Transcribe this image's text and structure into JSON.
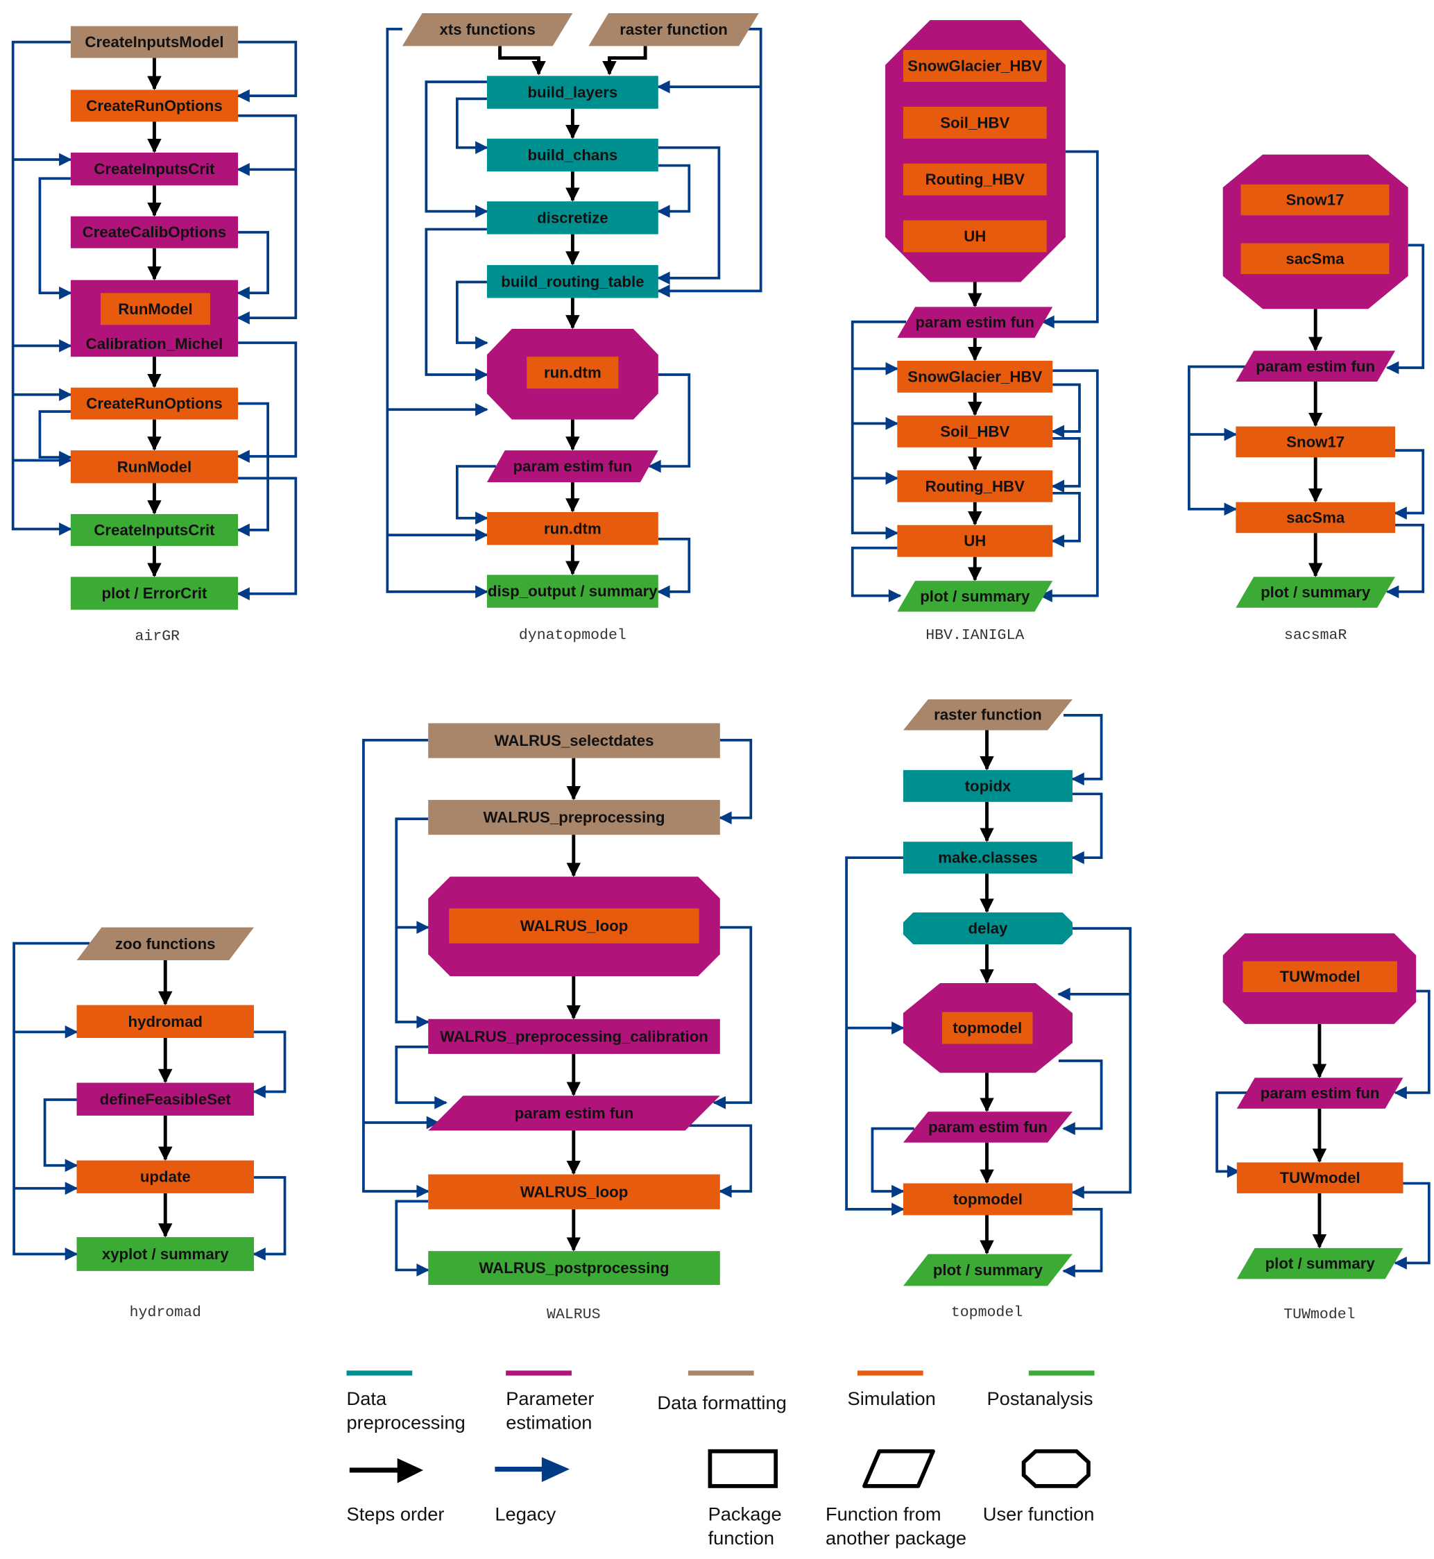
{
  "colors": {
    "data_preprocessing": "#008f8f",
    "parameter_estimation": "#b0137a",
    "data_formatting": "#a9856a",
    "simulation": "#e75b0f",
    "postanalysis": "#3cab36",
    "steps_order": "#000000",
    "legacy": "#003b87"
  },
  "packages": {
    "airgr": {
      "caption": "airGR",
      "nodes": [
        "CreateInputsModel",
        "CreateRunOptions",
        "CreateInputsCrit",
        "CreateCalibOptions",
        "RunModel",
        "Calibration_Michel",
        "CreateRunOptions",
        "RunModel",
        "CreateInputsCrit",
        "plot / ErrorCrit"
      ]
    },
    "dynatopmodel": {
      "caption": "dynatopmodel",
      "nodes": [
        "xts functions",
        "raster function",
        "build_layers",
        "build_chans",
        "discretize",
        "build_routing_table",
        "run.dtm",
        "param estim fun",
        "run.dtm",
        "disp_output / summary"
      ]
    },
    "hbv": {
      "caption": "HBV.IANIGLA",
      "nodes": [
        "SnowGlacier_HBV",
        "Soil_HBV",
        "Routing_HBV",
        "UH",
        "param estim fun",
        "SnowGlacier_HBV",
        "Soil_HBV",
        "Routing_HBV",
        "UH",
        "plot / summary"
      ]
    },
    "sacsmar": {
      "caption": "sacsmaR",
      "nodes": [
        "Snow17",
        "sacSma",
        "param estim fun",
        "Snow17",
        "sacSma",
        "plot / summary"
      ]
    },
    "hydromad": {
      "caption": "hydromad",
      "nodes": [
        "zoo functions",
        "hydromad",
        "defineFeasibleSet",
        "update",
        "xyplot / summary"
      ]
    },
    "walrus": {
      "caption": "WALRUS",
      "nodes": [
        "WALRUS_selectdates",
        "WALRUS_preprocessing",
        "WALRUS_loop",
        "WALRUS_preprocessing_calibration",
        "param estim fun",
        "WALRUS_loop",
        "WALRUS_postprocessing"
      ]
    },
    "topmodel": {
      "caption": "topmodel",
      "nodes": [
        "raster function",
        "topidx",
        "make.classes",
        "delay",
        "topmodel",
        "param estim fun",
        "topmodel",
        "plot / summary"
      ]
    },
    "tuwmodel": {
      "caption": "TUWmodel",
      "nodes": [
        "TUWmodel",
        "param estim fun",
        "TUWmodel",
        "plot / summary"
      ]
    }
  },
  "legend": {
    "categories": [
      {
        "line1": "Data",
        "line2": "preprocessing"
      },
      {
        "line1": "Parameter",
        "line2": "estimation"
      },
      {
        "line1": "Data formatting",
        "line2": ""
      },
      {
        "line1": "Simulation",
        "line2": ""
      },
      {
        "line1": "Postanalysis",
        "line2": ""
      }
    ],
    "arrows": [
      {
        "label": "Steps order"
      },
      {
        "label": "Legacy"
      }
    ],
    "shapes": [
      {
        "line1": "Package",
        "line2": "function"
      },
      {
        "line1": "Function from",
        "line2": "another package"
      },
      {
        "line1": "User function",
        "line2": ""
      }
    ]
  }
}
